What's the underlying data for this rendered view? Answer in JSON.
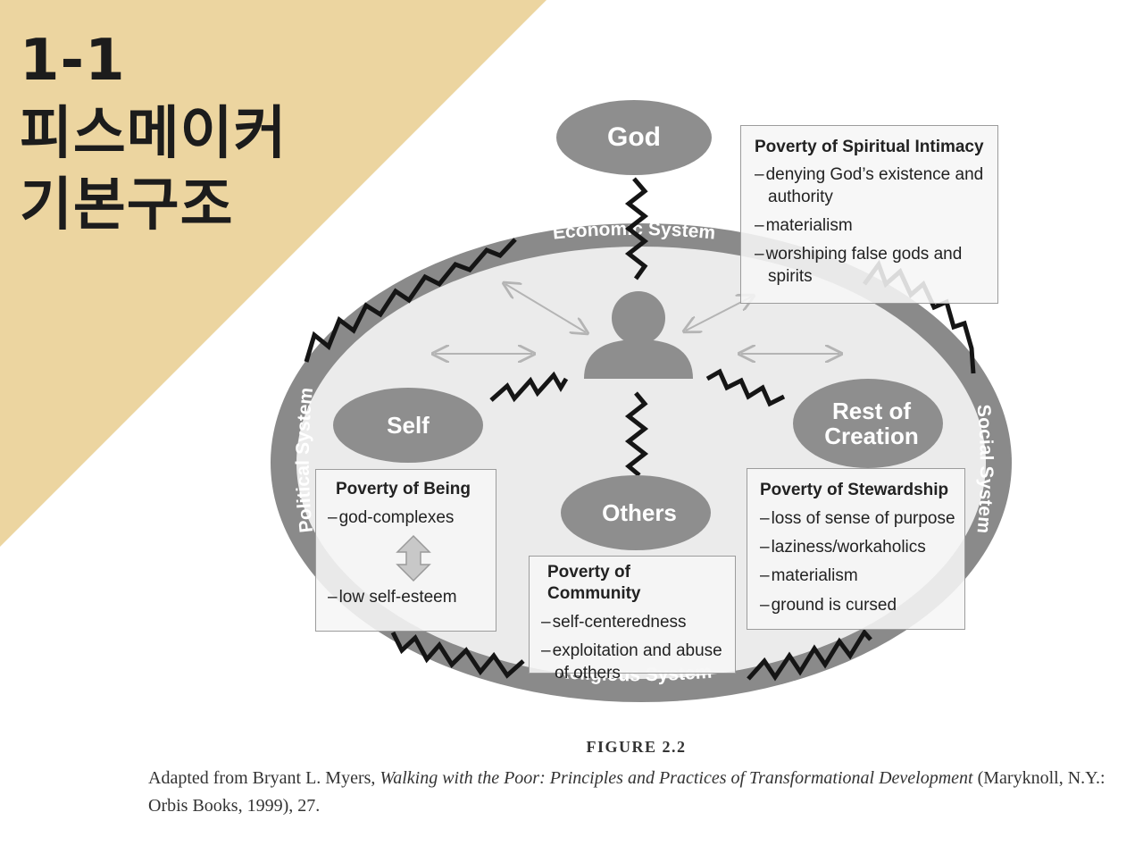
{
  "slide_title": {
    "line1": "1-1",
    "line2": "피스메이커",
    "line3": "기본구조"
  },
  "colors": {
    "corner_banner": "#ecd5a0",
    "ellipse_ring": "#8a8a8a",
    "ellipse_fill": "#ebebeb",
    "node_fill": "#8e8e8e",
    "zigzag": "#151515",
    "arrow": "#b4b4b4"
  },
  "diagram": {
    "nodes": {
      "god": "God",
      "self": "Self",
      "others": "Others",
      "rest_of_creation": [
        "Rest of",
        "Creation"
      ]
    },
    "systems": {
      "economic": "Economic System",
      "social": "Social System",
      "religious": "Religious System",
      "political": "Political System"
    },
    "central_icon": "person-icon",
    "boxes": {
      "spiritual": {
        "title": "Poverty of Spiritual Intimacy",
        "items": [
          "denying God’s existence and authority",
          "materialism",
          "worshiping false gods and spirits"
        ]
      },
      "being": {
        "title": "Poverty of Being",
        "items": [
          "god-complexes",
          "low self-esteem"
        ],
        "divider_icon": "double-arrow-icon"
      },
      "community": {
        "title": "Poverty of Community",
        "items": [
          "self-centeredness",
          "exploitation and abuse of others"
        ]
      },
      "stewardship": {
        "title": "Poverty of Stewardship",
        "items": [
          "loss of sense of purpose",
          "laziness/workaholics",
          "materialism",
          "ground is cursed"
        ]
      }
    }
  },
  "figure": {
    "label": "FIGURE 2.2",
    "caption_prefix": "Adapted from Bryant L. Myers, ",
    "caption_title": "Walking with the Poor: Principles and Practices of Transformational Development",
    "caption_suffix": " (Maryknoll, N.Y.: Orbis Books, 1999), 27."
  }
}
